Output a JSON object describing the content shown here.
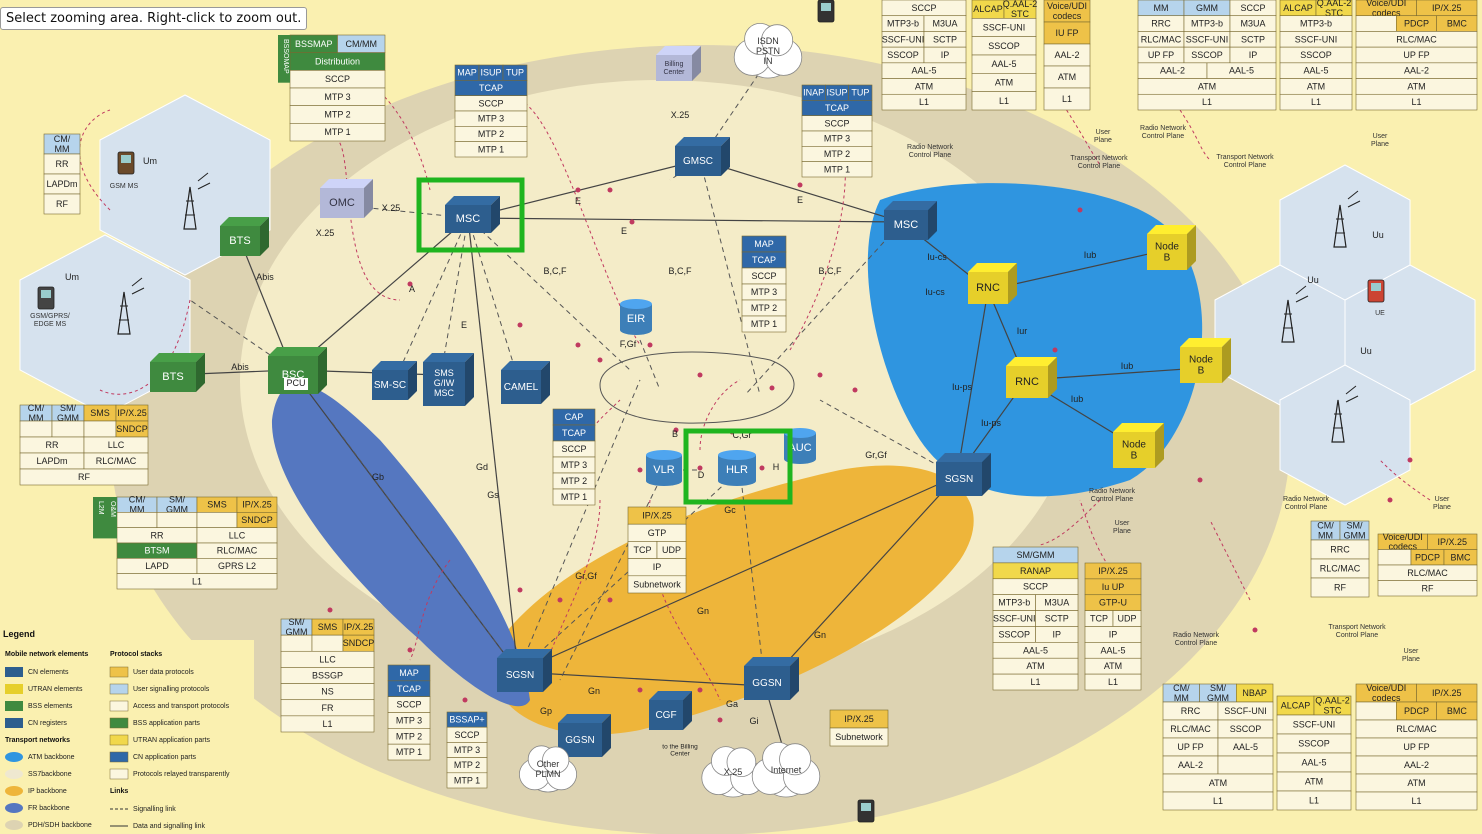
{
  "tooltip": "Select zooming area. Right-click to zoom out.",
  "colors": {
    "background": "#faf0b0",
    "core_ellipse": "#ddd3b2",
    "inner_ellipse": "#f4ecc8",
    "cn_element": "#2d5e8e",
    "utran_element": "#e6cf2a",
    "bss_element": "#3f8a3f",
    "atm_backbone": "#2f95e0",
    "fr_backbone": "#5577c0",
    "ip_backbone": "#eeb53a",
    "highlight": "#1fb51f",
    "link": "#c03a60"
  },
  "nodes": {
    "msc_left": "MSC",
    "msc_right": "MSC",
    "gmsc": "GMSC",
    "omc": "OMC",
    "billing_center": "Billing\nCenter",
    "bsc": "BSC",
    "pcu": "PCU",
    "bts_top": "BTS",
    "bts_bottom": "BTS",
    "sm_sc": "SM-SC",
    "sms_gw": "SMS\nG/IW\nMSC",
    "camel": "CAMEL",
    "eir": "EIR",
    "vlr": "VLR",
    "hlr": "HLR",
    "auc": "AUC",
    "rnc_top": "RNC",
    "rnc_bottom": "RNC",
    "node_b_1": "Node\nB",
    "node_b_2": "Node\nB",
    "node_b_3": "Node\nB",
    "sgsn_right": "SGSN",
    "sgsn_bottom": "SGSN",
    "ggsn_right": "GGSN",
    "ggsn_bottom": "GGSN",
    "cgf": "CGF"
  },
  "clouds": {
    "isdn": "ISDN\nPSTN\nIN",
    "other_plmn": "Other\nPLMN",
    "x25": "X.25",
    "internet": "Internet"
  },
  "terminals": {
    "gsm_ms": "GSM MS",
    "gsm_edge_ms": "GSM/GPRS/\nEDGE MS",
    "ue": "UE"
  },
  "links": [
    "X.25",
    "X.25",
    "X.25",
    "E",
    "E",
    "E",
    "A",
    "Abis",
    "Abis",
    "Um",
    "Um",
    "Uu",
    "Uu",
    "Uu",
    "E",
    "B,C,F",
    "B,C,F",
    "B,C,F",
    "F,Gf",
    "B",
    "C,Gr",
    "D",
    "H",
    "Gc",
    "Gb",
    "Gd",
    "Gs",
    "Gr,Gf",
    "Gr,Gf",
    "Gn",
    "Gn",
    "Gn",
    "Gp",
    "Ga",
    "Gi",
    "Iu-cs",
    "Iu-cs",
    "Iu-ps",
    "Iu-ps",
    "Iur",
    "Iub",
    "Iub",
    "Iub",
    "to the Billing\nCenter"
  ],
  "plane_labels": [
    "User\nPlane",
    "Radio Network\nControl Plane",
    "Transport Network\nControl Plane",
    "Radio Network\nControl Plane",
    "User\nPlane",
    "Transport Network\nControl Plane",
    "Radio Network\nControl Plane",
    "User\nPlane",
    "Radio Network\nControl Plane",
    "User\nPlane",
    "Radio Network\nControl Plane",
    "Transport Network\nControl Plane",
    "User\nPlane"
  ],
  "stacks": [
    {
      "rows": [
        [
          "BSSMAP",
          "CM/MM"
        ],
        [
          "Distribution"
        ],
        [
          "SCCP"
        ],
        [
          "MTP 3"
        ],
        [
          "MTP 2"
        ],
        [
          "MTP 1"
        ]
      ],
      "side": "BSSOMAP"
    },
    {
      "rows": [
        [
          "MAP",
          "ISUP",
          "TUP"
        ],
        [
          "TCAP"
        ],
        [
          "SCCP"
        ],
        [
          "MTP 3"
        ],
        [
          "MTP 2"
        ],
        [
          "MTP 1"
        ]
      ]
    },
    {
      "rows": [
        [
          "INAP",
          "ISUP",
          "TUP"
        ],
        [
          "TCAP"
        ],
        [
          "SCCP"
        ],
        [
          "MTP 3"
        ],
        [
          "MTP 2"
        ],
        [
          "MTP 1"
        ]
      ]
    },
    {
      "rows": [
        [
          "MAP"
        ],
        [
          "TCAP"
        ],
        [
          "SCCP"
        ],
        [
          "MTP 3"
        ],
        [
          "MTP 2"
        ],
        [
          "MTP 1"
        ]
      ]
    },
    {
      "rows": [
        [
          "CAP"
        ],
        [
          "TCAP"
        ],
        [
          "SCCP"
        ],
        [
          "MTP 3"
        ],
        [
          "MTP 2"
        ],
        [
          "MTP 1"
        ]
      ]
    },
    {
      "rows": [
        [
          "CM/\nMM"
        ],
        [
          "RR"
        ],
        [
          "LAPDm"
        ],
        [
          "RF"
        ]
      ]
    },
    {
      "rows": [
        [
          "CM/\nMM",
          "SM/\nGMM",
          "SMS",
          "IP/X.25"
        ],
        [
          "",
          "",
          "",
          "SNDCP"
        ],
        [
          "RR",
          "LLC"
        ],
        [
          "LAPDm",
          "RLC/MAC"
        ],
        [
          "RF"
        ]
      ]
    },
    {
      "rows": [
        [
          "CM/\nMM",
          "SM/\nGMM",
          "SMS",
          "IP/X.25"
        ],
        [
          "",
          "",
          "",
          "SNDCP"
        ],
        [
          "RR",
          "LLC"
        ],
        [
          "BTSM",
          "RLC/MAC"
        ],
        [
          "LAPD",
          "GPRS L2"
        ],
        [
          "L1"
        ]
      ],
      "side": "L2M|O&M"
    },
    {
      "rows": [
        [
          "SM/\nGMM",
          "SMS",
          "IP/X.25"
        ],
        [
          "",
          "",
          "SNDCP"
        ],
        [
          "LLC"
        ],
        [
          "BSSGP"
        ],
        [
          "NS"
        ],
        [
          "FR"
        ],
        [
          "L1"
        ]
      ]
    },
    {
      "rows": [
        [
          "MAP"
        ],
        [
          "TCAP"
        ],
        [
          "SCCP"
        ],
        [
          "MTP 3"
        ],
        [
          "MTP 2"
        ],
        [
          "MTP 1"
        ]
      ]
    },
    {
      "rows": [
        [
          "BSSAP+"
        ],
        [
          "SCCP"
        ],
        [
          "MTP 3"
        ],
        [
          "MTP 2"
        ],
        [
          "MTP 1"
        ]
      ]
    },
    {
      "rows": [
        [
          "IP/X.25"
        ],
        [
          "GTP"
        ],
        [
          "TCP",
          "UDP"
        ],
        [
          "IP"
        ],
        [
          "Subnetwork"
        ]
      ]
    },
    {
      "rows": [
        [
          "IP/X.25"
        ],
        [
          "Subnetwork"
        ]
      ]
    },
    {
      "rows": [
        [
          "SM/GMM"
        ],
        [
          "RANAP"
        ],
        [
          "SCCP"
        ],
        [
          "MTP3-b",
          "M3UA"
        ],
        [
          "SSCF-UNI",
          "SCTP"
        ],
        [
          "SSCOP",
          "IP"
        ],
        [
          "AAL-5"
        ],
        [
          "ATM"
        ],
        [
          "L1"
        ]
      ]
    },
    {
      "rows": [
        [
          "IP/X.25"
        ],
        [
          "Iu UP"
        ],
        [
          "GTP-U"
        ],
        [
          "TCP",
          "UDP"
        ],
        [
          "IP"
        ],
        [
          "AAL-5"
        ],
        [
          "ATM"
        ],
        [
          "L1"
        ]
      ]
    },
    {
      "rows": [
        [
          "SCCP"
        ],
        [
          "MTP3-b",
          "M3UA"
        ],
        [
          "SSCF-UNI",
          "SCTP"
        ],
        [
          "SSCOP",
          "IP"
        ],
        [
          "AAL-5"
        ],
        [
          "ATM"
        ],
        [
          "L1"
        ]
      ]
    },
    {
      "rows": [
        [
          "ALCAP",
          "Q.AAL-2\nSTC"
        ],
        [
          "SSCF-UNI"
        ],
        [
          "SSCOP"
        ],
        [
          "AAL-5"
        ],
        [
          "ATM"
        ],
        [
          "L1"
        ]
      ]
    },
    {
      "rows": [
        [
          "Voice/UDI\ncodecs"
        ],
        [
          "IU FP"
        ],
        [
          "AAL-2"
        ],
        [
          "ATM"
        ],
        [
          "L1"
        ]
      ]
    },
    {
      "rows": [
        [
          "MM",
          "GMM",
          "SCCP"
        ],
        [
          "RRC",
          "MTP3-b",
          "M3UA"
        ],
        [
          "RLC/MAC",
          "SSCF-UNI",
          "SCTP"
        ],
        [
          "UP FP",
          "SSCOP",
          "IP"
        ],
        [
          "AAL-2",
          "AAL-5"
        ],
        [
          "ATM"
        ],
        [
          "L1"
        ]
      ]
    },
    {
      "rows": [
        [
          "ALCAP",
          "Q.AAL-2\nSTC"
        ],
        [
          "MTP3-b"
        ],
        [
          "SSCF-UNI"
        ],
        [
          "SSCOP"
        ],
        [
          "AAL-5"
        ],
        [
          "ATM"
        ],
        [
          "L1"
        ]
      ]
    },
    {
      "rows": [
        [
          "Voice/UDI\ncodecs",
          "IP/X.25"
        ],
        [
          "",
          "PDCP",
          "BMC"
        ],
        [
          "RLC/MAC"
        ],
        [
          "UP FP"
        ],
        [
          "AAL-2"
        ],
        [
          "ATM"
        ],
        [
          "L1"
        ]
      ]
    },
    {
      "rows": [
        [
          "CM/\nMM",
          "SM/\nGMM"
        ],
        [
          "RRC"
        ],
        [
          "RLC/MAC"
        ],
        [
          "RF"
        ]
      ]
    },
    {
      "rows": [
        [
          "Voice/UDI\ncodecs",
          "IP/X.25"
        ],
        [
          "",
          "PDCP",
          "BMC"
        ],
        [
          "RLC/MAC"
        ],
        [
          "RF"
        ]
      ]
    },
    {
      "rows": [
        [
          "CM/\nMM",
          "SM/\nGMM",
          "NBAP"
        ],
        [
          "RRC",
          "SSCF-UNI"
        ],
        [
          "RLC/MAC",
          "SSCOP"
        ],
        [
          "UP FP",
          "AAL-5"
        ],
        [
          "AAL-2",
          ""
        ],
        [
          "ATM"
        ],
        [
          "L1"
        ]
      ]
    },
    {
      "rows": [
        [
          "ALCAP",
          "Q.AAL-2\nSTC"
        ],
        [
          "SSCF-UNI"
        ],
        [
          "SSCOP"
        ],
        [
          "AAL-5"
        ],
        [
          "ATM"
        ],
        [
          "L1"
        ]
      ]
    },
    {
      "rows": [
        [
          "Voice/UDI\ncodecs",
          "IP/X.25"
        ],
        [
          "",
          "PDCP",
          "BMC"
        ],
        [
          "RLC/MAC"
        ],
        [
          "UP FP"
        ],
        [
          "AAL-2"
        ],
        [
          "ATM"
        ],
        [
          "L1"
        ]
      ]
    }
  ],
  "legend": {
    "title": "Legend",
    "col1_title": "Mobile network elements",
    "col2_title": "Protocol stacks",
    "col1": [
      "CN elements",
      "UTRAN elements",
      "BSS elements",
      "CN registers"
    ],
    "col2": [
      "User data protocols",
      "User signalling protocols",
      "Access and transport protocols",
      "BSS application parts",
      "UTRAN application parts",
      "CN application parts",
      "Protocols relayed transparently"
    ],
    "transport_title": "Transport networks",
    "transport": [
      "ATM backbone",
      "SS7backbone",
      "IP backbone",
      "FR backbone",
      "PDH/SDH backbone"
    ],
    "links_title": "Links",
    "links": [
      "Signalling link",
      "Data and signalling link"
    ]
  }
}
